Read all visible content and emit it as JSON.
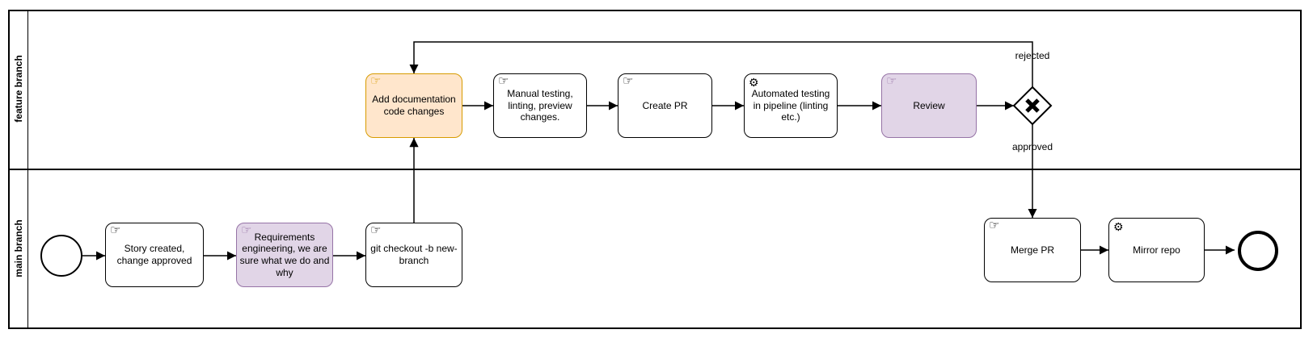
{
  "lanes": {
    "feature": {
      "label": "feature branch"
    },
    "main": {
      "label": "main branch"
    }
  },
  "nodes": {
    "story": {
      "label": "Story created, change approved",
      "icon": "manual-task-icon"
    },
    "requirements": {
      "label": "Requirements engineering, we are sure what we do and why",
      "icon": "manual-task-icon"
    },
    "git_checkout": {
      "label": "git checkout -b new-branch",
      "icon": "manual-task-icon"
    },
    "add_doc": {
      "label": "Add documentation code changes",
      "icon": "manual-task-icon"
    },
    "manual_testing": {
      "label": "Manual testing, linting, preview changes.",
      "icon": "manual-task-icon"
    },
    "create_pr": {
      "label": "Create PR",
      "icon": "manual-task-icon"
    },
    "automated_testing": {
      "label": "Automated testing in pipeline (linting etc.)",
      "icon": "service-task-icon"
    },
    "review": {
      "label": "Review",
      "icon": "manual-task-icon"
    },
    "merge_pr": {
      "label": "Merge PR",
      "icon": "manual-task-icon"
    },
    "mirror_repo": {
      "label": "Mirror repo",
      "icon": "service-task-icon"
    }
  },
  "edge_labels": {
    "rejected": "rejected",
    "approved": "approved"
  },
  "icons": {
    "manual_task": "☞",
    "service_task": "⚙"
  },
  "colors": {
    "orange_fill": "#ffe6cc",
    "orange_stroke": "#d79b00",
    "purple_fill": "#e1d5e7",
    "purple_stroke": "#9673a6",
    "line": "#000000"
  }
}
